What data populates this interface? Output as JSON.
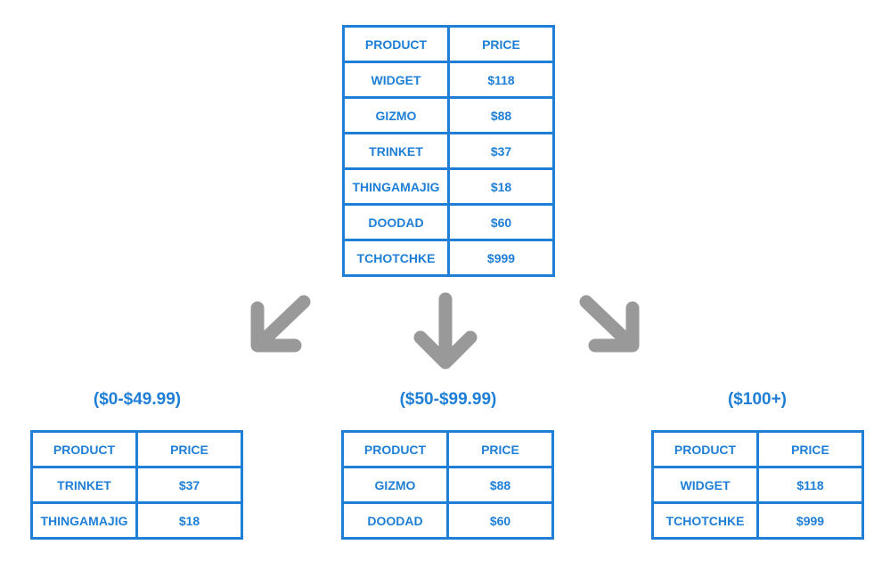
{
  "source": {
    "headers": [
      "PRODUCT",
      "PRICE"
    ],
    "rows": [
      [
        "WIDGET",
        "$118"
      ],
      [
        "GIZMO",
        "$88"
      ],
      [
        "TRINKET",
        "$37"
      ],
      [
        "THINGAMAJIG",
        "$18"
      ],
      [
        "DOODAD",
        "$60"
      ],
      [
        "TCHOTCHKE",
        "$999"
      ]
    ]
  },
  "groups": [
    {
      "range_label": "($0-$49.99)",
      "headers": [
        "PRODUCT",
        "PRICE"
      ],
      "rows": [
        [
          "TRINKET",
          "$37"
        ],
        [
          "THINGAMAJIG",
          "$18"
        ]
      ]
    },
    {
      "range_label": "($50-$99.99)",
      "headers": [
        "PRODUCT",
        "PRICE"
      ],
      "rows": [
        [
          "GIZMO",
          "$88"
        ],
        [
          "DOODAD",
          "$60"
        ]
      ]
    },
    {
      "range_label": "($100+)",
      "headers": [
        "PRODUCT",
        "PRICE"
      ],
      "rows": [
        [
          "WIDGET",
          "$118"
        ],
        [
          "TCHOTCHKE",
          "$999"
        ]
      ]
    }
  ],
  "colors": {
    "accent": "#1f7fd6",
    "arrow": "#999999",
    "background": "#ffffff"
  },
  "icons": [
    "arrow-down-left-icon",
    "arrow-down-icon",
    "arrow-down-right-icon"
  ]
}
